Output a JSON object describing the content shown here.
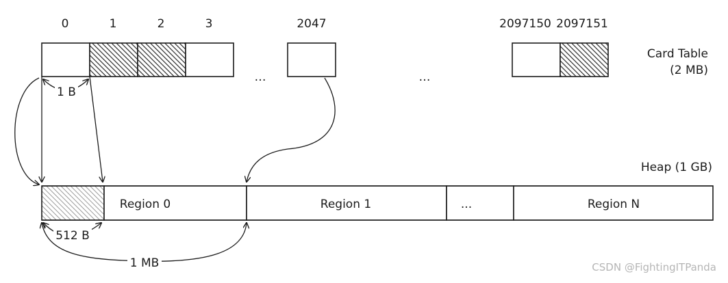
{
  "card_table": {
    "label_line1": "Card Table",
    "label_line2": "(2  MB)",
    "indices": [
      "0",
      "1",
      "2",
      "3",
      "2047",
      "2097150",
      "2097151"
    ],
    "dirty_cards": [
      "1",
      "2",
      "2097151"
    ],
    "ellipsis_left": "…",
    "ellipsis_right": "…"
  },
  "annotations": {
    "card_size": "1 B",
    "card_coverage": "512 B",
    "region_size": "1 MB"
  },
  "heap": {
    "label": "Heap (1 GB)",
    "regions": [
      "Region 0",
      "Region 1",
      "...",
      "Region N"
    ]
  },
  "watermark": "CSDN @FightingITPanda",
  "colors": {
    "ink": "#1a1a1a",
    "hatch_dark": "#2a2a2a",
    "hatch_light": "#9a9a9a",
    "watermark": "#b5b5b5"
  }
}
